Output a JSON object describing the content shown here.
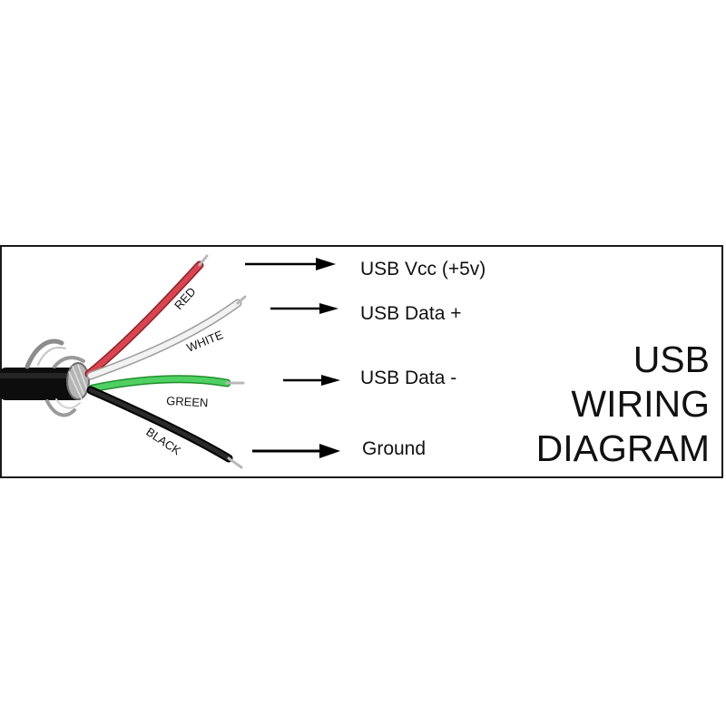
{
  "diagram": {
    "title_lines": [
      "USB",
      "WIRING",
      "DIAGRAM"
    ],
    "wires": [
      {
        "color_name": "RED",
        "color": "#c9343c",
        "signal": "USB Vcc (+5v)"
      },
      {
        "color_name": "WHITE",
        "color": "#ececec",
        "signal": "USB Data +"
      },
      {
        "color_name": "GREEN",
        "color": "#3fbf4f",
        "signal": "USB Data -"
      },
      {
        "color_name": "BLACK",
        "color": "#1c1c1c",
        "signal": "Ground"
      }
    ],
    "cable_color": "#0d0d0d",
    "shield_color": "#a8a8a8"
  }
}
